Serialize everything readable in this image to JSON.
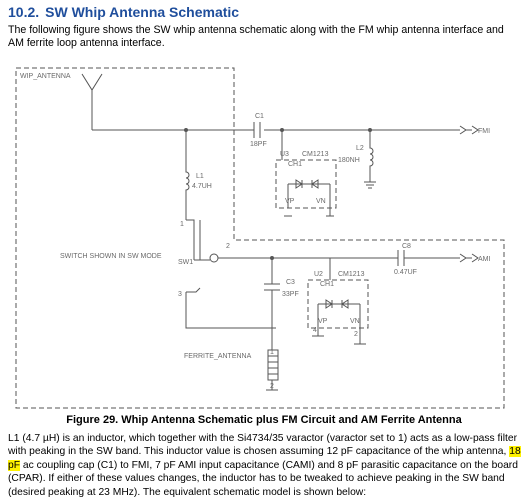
{
  "section": {
    "number": "10.2.",
    "title": "SW Whip Antenna Schematic"
  },
  "intro": "The following figure shows the SW whip antenna schematic along with the FM whip antenna interface and AM ferrite loop antenna interface.",
  "schematic": {
    "labels": {
      "wip_antenna": "WIP_ANTENNA",
      "c1": "C1",
      "c1_value": "18PF",
      "fmi": "FMI",
      "u3": "U3",
      "cm1213_u3": "CM1213",
      "ch1_u3": "CH1",
      "vp_u3": "VP",
      "vn_u3": "VN",
      "l2": "L2",
      "l2_value": "180NH",
      "l1": "L1",
      "l1_value": "4.7UH",
      "switch_note": "SWITCH SHOWN IN SW MODE",
      "sw1": "SW1",
      "pin1": "1",
      "pin2": "2",
      "pin3": "3",
      "c8": "C8",
      "c8_value": "0.47UF",
      "ami": "AMI",
      "c3": "C3",
      "c3_value": "33PF",
      "u2": "U2",
      "cm1213_u2": "CM1213",
      "ch1_u2": "CH1",
      "vp_u2": "VP",
      "vn_u2": "VN",
      "u2_pin4": "4",
      "u2_pin2": "2",
      "ferrite": "FERRITE_ANTENNA",
      "fa_pin1": "1",
      "fa_pin2": "2"
    }
  },
  "caption": "Figure 29. Whip Antenna Schematic plus FM Circuit and AM Ferrite Antenna",
  "body": {
    "before_highlight": "L1 (4.7 µH) is an inductor, which together with the Si4734/35 varactor (varactor set to 1) acts as a low-pass filter with peaking in the SW band. This inductor value is chosen assuming 12 pF capacitance of the whip antenna, ",
    "highlight": "18 pF",
    "after_highlight": " ac coupling cap (C1) to FMI, 7 pF AMI input capacitance (CAMI) and 8 pF parasitic capacitance on the board (CPAR). If either of these values changes, the inductor has to be tweaked to achieve peaking in the SW band (desired peaking at 23 MHz). The equivalent schematic model is shown below:"
  }
}
